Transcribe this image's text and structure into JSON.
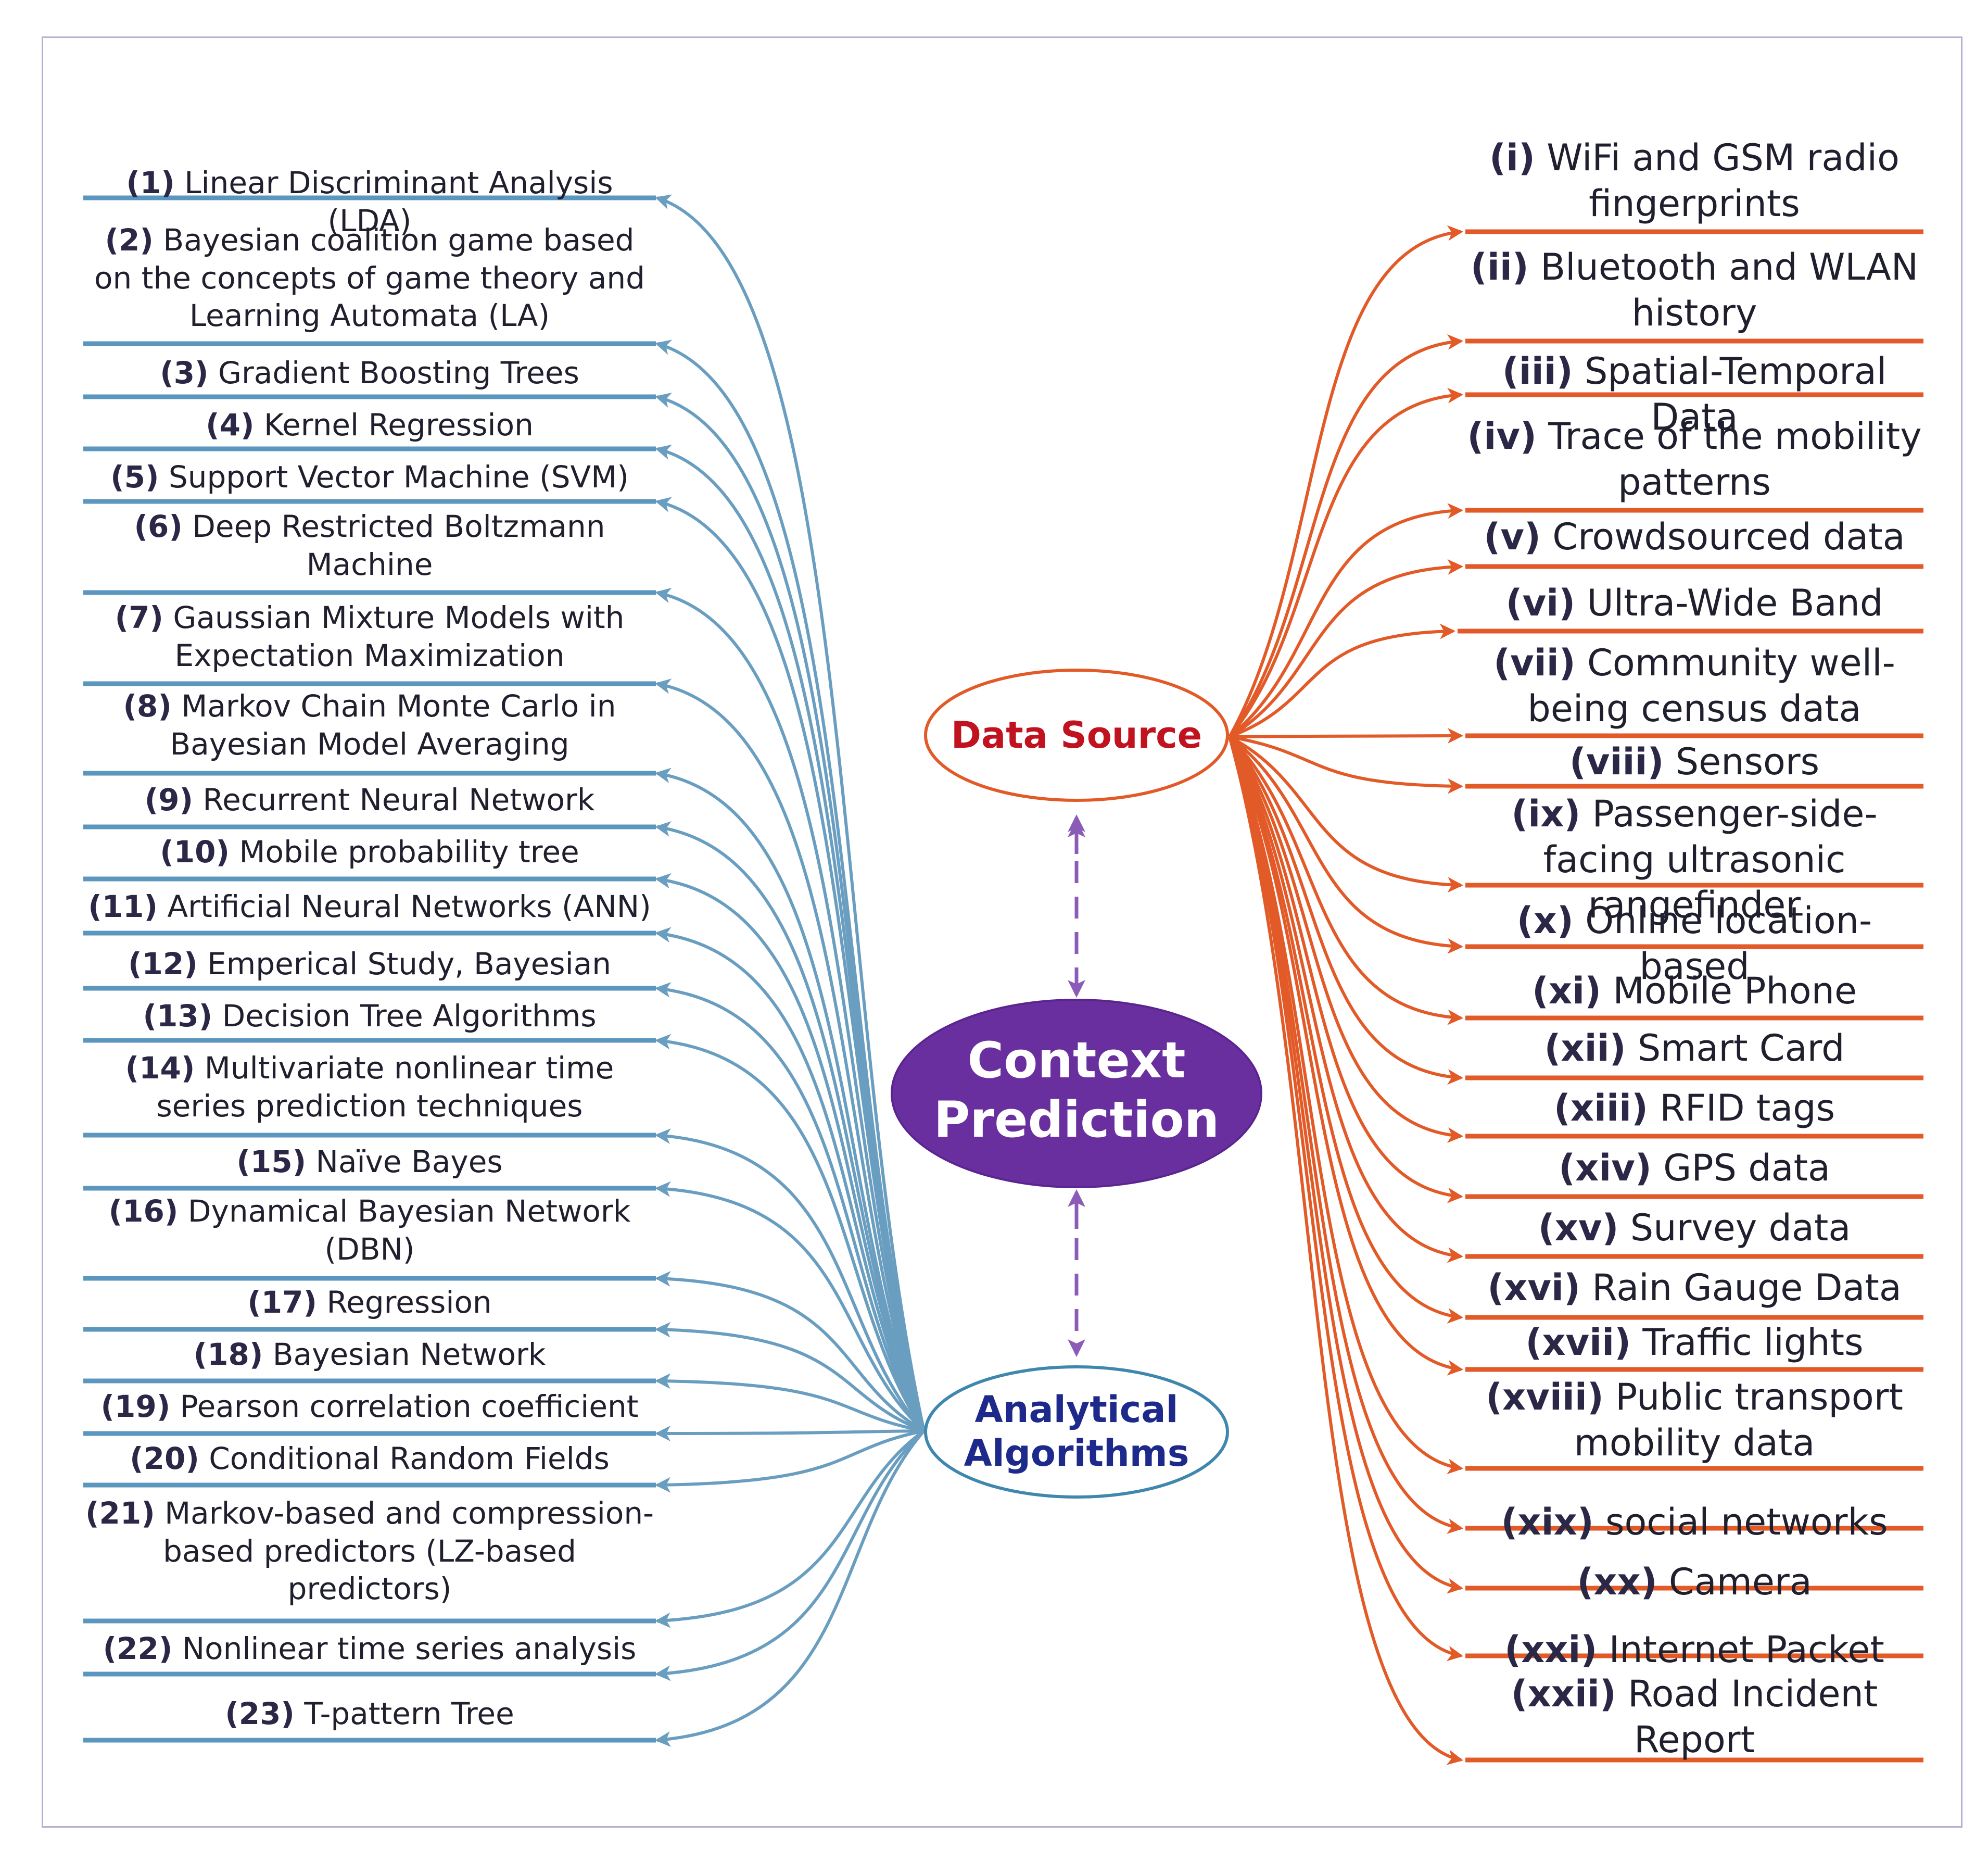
{
  "colors": {
    "left": "#6a9ec0",
    "right": "#e25a27",
    "center": "#6a2f9f",
    "dash": "#8a5cb8",
    "frame": "#b8aed0"
  },
  "nodes": {
    "center": "Context\nPrediction",
    "data_source": "Data Source",
    "analytical": "Analytical\nAlgorithms"
  },
  "algorithms": [
    {
      "num": "(1)",
      "text": "Linear Discriminant Analysis (LDA)"
    },
    {
      "num": "(2)",
      "text": "Bayesian coalition game based on the concepts of game theory and Learning Automata (LA)"
    },
    {
      "num": "(3)",
      "text": "Gradient Boosting Trees"
    },
    {
      "num": "(4)",
      "text": "Kernel Regression"
    },
    {
      "num": "(5)",
      "text": "Support Vector Machine (SVM)"
    },
    {
      "num": "(6)",
      "text": "Deep Restricted Boltzmann Machine"
    },
    {
      "num": "(7)",
      "text": "Gaussian Mixture Models with Expectation Maximization"
    },
    {
      "num": "(8)",
      "text": "Markov Chain Monte Carlo in Bayesian Model Averaging"
    },
    {
      "num": "(9)",
      "text": "Recurrent Neural Network"
    },
    {
      "num": "(10)",
      "text": "Mobile probability tree"
    },
    {
      "num": "(11)",
      "text": "Artificial Neural Networks (ANN)"
    },
    {
      "num": "(12)",
      "text": "Emperical Study, Bayesian"
    },
    {
      "num": "(13)",
      "text": "Decision Tree Algorithms"
    },
    {
      "num": "(14)",
      "text": "Multivariate nonlinear time series prediction techniques"
    },
    {
      "num": "(15)",
      "text": "Naïve Bayes"
    },
    {
      "num": "(16)",
      "text": "Dynamical Bayesian Network (DBN)"
    },
    {
      "num": "(17)",
      "text": "Regression"
    },
    {
      "num": "(18)",
      "text": "Bayesian Network"
    },
    {
      "num": "(19)",
      "text": "Pearson correlation coefficient"
    },
    {
      "num": "(20)",
      "text": "Conditional Random Fields"
    },
    {
      "num": "(21)",
      "text": "Markov-based and compression-based predictors (LZ-based predictors)"
    },
    {
      "num": "(22)",
      "text": "Nonlinear time series analysis"
    },
    {
      "num": "(23)",
      "text": "T-pattern Tree"
    }
  ],
  "sources": [
    {
      "num": "(i)",
      "text": "WiFi and GSM radio fingerprints"
    },
    {
      "num": "(ii)",
      "text": "Bluetooth and WLAN history"
    },
    {
      "num": "(iii)",
      "text": "Spatial-Temporal Data"
    },
    {
      "num": "(iv)",
      "text": "Trace of the mobility patterns"
    },
    {
      "num": "(v)",
      "text": "Crowdsourced data"
    },
    {
      "num": "(vi)",
      "text": "Ultra-Wide Band"
    },
    {
      "num": "(vii)",
      "text": "Community well-being census data"
    },
    {
      "num": "(viii)",
      "text": "Sensors"
    },
    {
      "num": "(ix)",
      "text": "Passenger-side-facing ultrasonic rangefinder"
    },
    {
      "num": "(x)",
      "text": "Online location-based"
    },
    {
      "num": "(xi)",
      "text": "Mobile Phone"
    },
    {
      "num": "(xii)",
      "text": "Smart Card"
    },
    {
      "num": "(xiii)",
      "text": "RFID tags"
    },
    {
      "num": "(xiv)",
      "text": "GPS data"
    },
    {
      "num": "(xv)",
      "text": "Survey data"
    },
    {
      "num": "(xvi)",
      "text": "Rain Gauge Data"
    },
    {
      "num": "(xvii)",
      "text": "Traffic lights"
    },
    {
      "num": "(xviii)",
      "text": "Public transport mobility data"
    },
    {
      "num": "(xix)",
      "text": "social networks"
    },
    {
      "num": "(xx)",
      "text": "Camera"
    },
    {
      "num": "(xxi)",
      "text": "Internet Packet"
    },
    {
      "num": "(xxii)",
      "text": "Road Incident Report"
    }
  ]
}
